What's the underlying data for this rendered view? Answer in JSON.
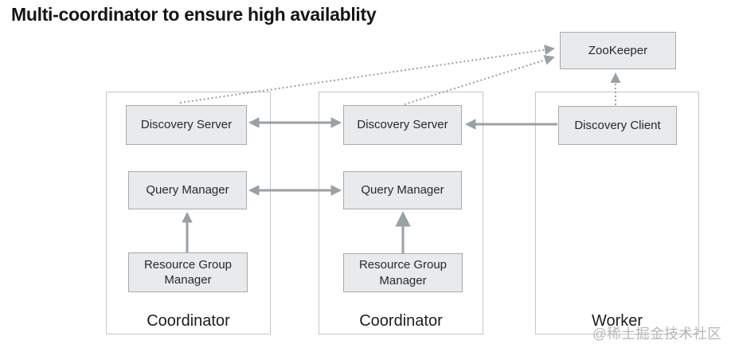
{
  "title": "Multi-coordinator to ensure high availablity",
  "colors": {
    "box_fill": "#e8eaec",
    "box_border": "#a6abaf",
    "container_border": "#c3c6c9",
    "arrow": "#9aa0a4",
    "node_text": "#26282a",
    "title_text": "#151515",
    "label_text": "#1d1d1d",
    "watermark_text": "#b6b6b6",
    "background": "#ffffff"
  },
  "nodes": {
    "zookeeper": "ZooKeeper",
    "coordinator1": {
      "label": "Coordinator",
      "discovery_server": "Discovery Server",
      "query_manager": "Query Manager",
      "resource_group_manager": "Resource Group Manager"
    },
    "coordinator2": {
      "label": "Coordinator",
      "discovery_server": "Discovery Server",
      "query_manager": "Query Manager",
      "resource_group_manager": "Resource Group Manager"
    },
    "worker": {
      "label": "Worker",
      "discovery_client": "Discovery Client"
    }
  },
  "connections": [
    {
      "from": "coordinator1.discovery_server",
      "to": "zookeeper",
      "style": "dotted",
      "arrow": "to"
    },
    {
      "from": "coordinator2.discovery_server",
      "to": "zookeeper",
      "style": "dotted",
      "arrow": "to"
    },
    {
      "from": "worker.discovery_client",
      "to": "zookeeper",
      "style": "dotted",
      "arrow": "to"
    },
    {
      "from": "coordinator1.discovery_server",
      "to": "coordinator2.discovery_server",
      "style": "solid",
      "arrow": "both"
    },
    {
      "from": "coordinator1.query_manager",
      "to": "coordinator2.query_manager",
      "style": "solid",
      "arrow": "both"
    },
    {
      "from": "worker.discovery_client",
      "to": "coordinator2.discovery_server",
      "style": "solid",
      "arrow": "to"
    },
    {
      "from": "coordinator1.resource_group_manager",
      "to": "coordinator1.query_manager",
      "style": "solid",
      "arrow": "to"
    },
    {
      "from": "coordinator2.resource_group_manager",
      "to": "coordinator2.query_manager",
      "style": "solid",
      "arrow": "to"
    }
  ],
  "watermark": "@稀土掘金技术社区"
}
